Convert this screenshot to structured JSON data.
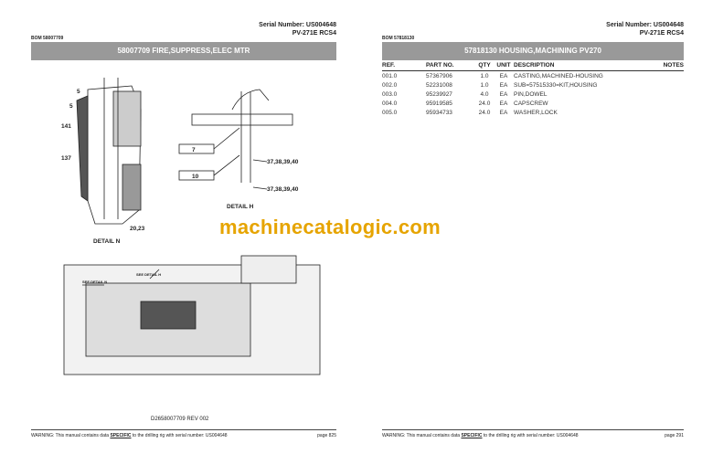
{
  "left": {
    "serial": "Serial Number: US004648",
    "model": "PV-271E RCS4",
    "bom": "BOM 58007709",
    "title": "58007709 FIRE,SUPPRESS,ELEC MTR",
    "callouts": [
      "5",
      "5",
      "141",
      "137",
      "20,23",
      "37,38,39,40",
      "37,38,39,40",
      "7",
      "10",
      "SEE DETAIL H",
      "SEE DETAIL N"
    ],
    "detail_h": "DETAIL H",
    "detail_n": "DETAIL N",
    "drawing_no": "D2658007709 REV 002",
    "warning_pre": "WARNING:  This manual contains data ",
    "warning_em": "SPECIFIC",
    "warning_post": " to the drilling rig with serial number: US004648",
    "page": "page 825"
  },
  "right": {
    "serial": "Serial Number: US004648",
    "model": "PV-271E RCS4",
    "bom": "BOM 57818130",
    "title": "57818130 HOUSING,MACHINING PV270",
    "columns": [
      "REF.",
      "PART NO.",
      "QTY",
      "UNIT",
      "DESCRIPTION",
      "NOTES"
    ],
    "rows": [
      [
        "001.0",
        "57367906",
        "1.0",
        "EA",
        "CASTING,MACHINED-HOUSING",
        ""
      ],
      [
        "002.0",
        "52231008",
        "1.0",
        "EA",
        "SUB=57515330=KIT,HOUSING",
        ""
      ],
      [
        "003.0",
        "95239927",
        "4.0",
        "EA",
        "PIN,DOWEL",
        ""
      ],
      [
        "004.0",
        "95919585",
        "24.0",
        "EA",
        "CAPSCREW",
        ""
      ],
      [
        "005.0",
        "95934733",
        "24.0",
        "EA",
        "WASHER,LOCK",
        ""
      ]
    ],
    "warning_pre": "WARNING:  This manual contains data ",
    "warning_em": "SPECIFIC",
    "warning_post": " to the drilling rig with serial number: US004648",
    "page": "page 291"
  },
  "watermark": "machinecatalogic.com"
}
